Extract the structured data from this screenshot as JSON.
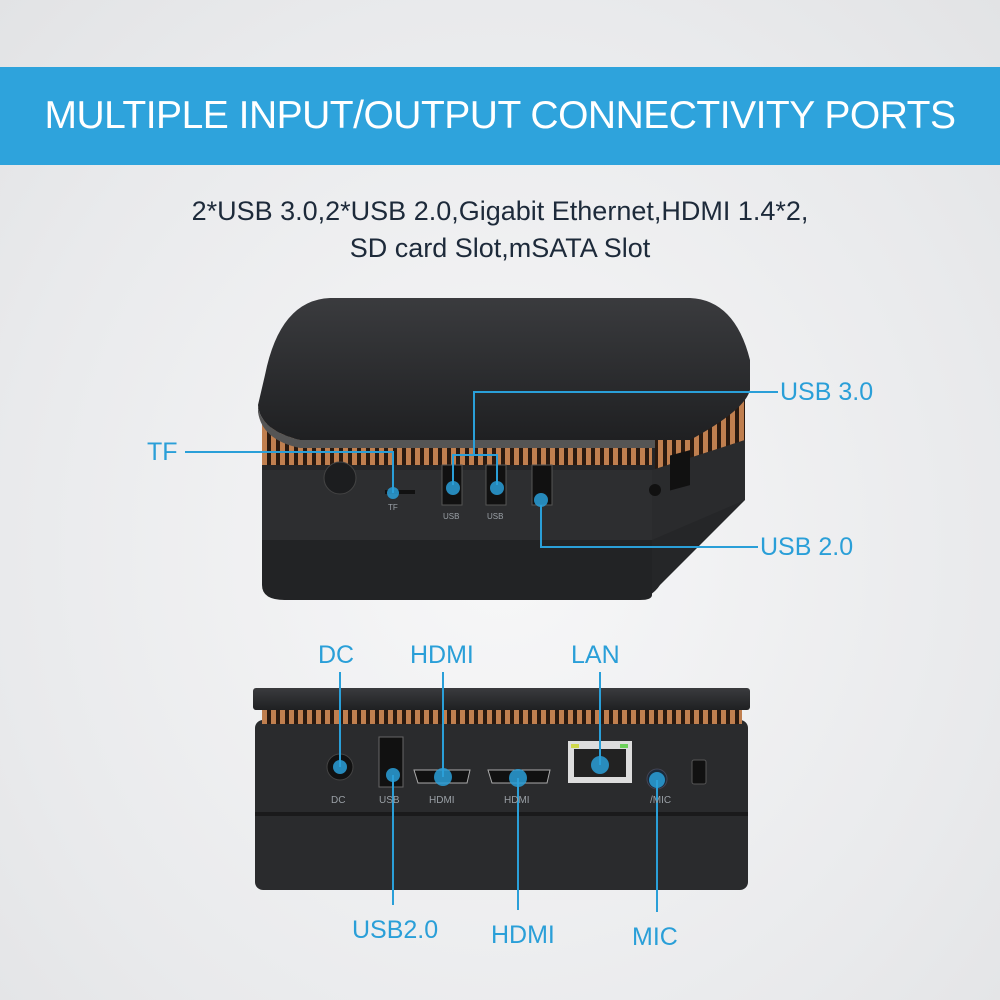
{
  "banner": {
    "title": "MULTIPLE INPUT/OUTPUT CONNECTIVITY PORTS"
  },
  "subtitle": {
    "line1": "2*USB 3.0,2*USB 2.0,Gigabit Ethernet,HDMI 1.4*2,",
    "line2": "SD card Slot,mSATA Slot"
  },
  "callouts_front": {
    "tf": "TF",
    "usb3": "USB 3.0",
    "usb2": "USB 2.0"
  },
  "callouts_rear": {
    "dc": "DC",
    "hdmi_top": "HDMI",
    "lan": "LAN",
    "usb2": "USB2.0",
    "hdmi_bottom": "HDMI",
    "mic": "MIC"
  },
  "device_front_labels": {
    "tf": "TF",
    "usb_a": "USB",
    "usb_b": "USB"
  },
  "device_rear_labels": {
    "dc": "DC",
    "usb": "USB",
    "hdmi1": "HDMI",
    "hdmi2": "HDMI",
    "mic": "/MIC"
  },
  "colors": {
    "accent": "#2ea3dc",
    "device": "#2b2c2e",
    "fins": "#b8784a"
  }
}
